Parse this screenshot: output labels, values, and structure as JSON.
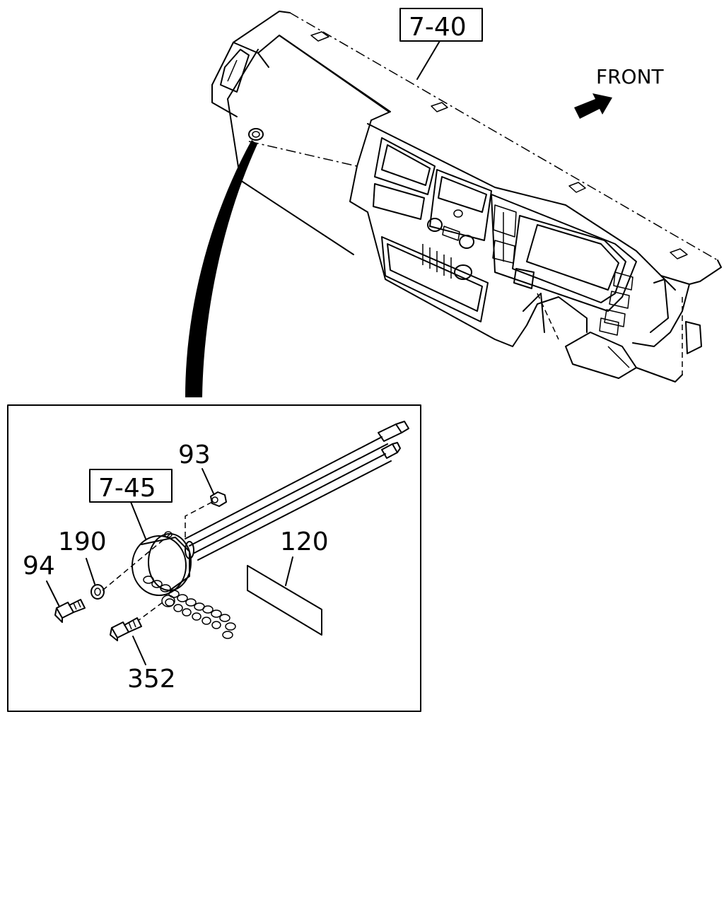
{
  "refs": {
    "dashboard": "7-40",
    "cable_assembly": "7-45"
  },
  "direction": "FRONT",
  "parts": {
    "nut": "93",
    "washer": "190",
    "bolt": "94",
    "label": "120",
    "chain_bolt": "352"
  },
  "colors": {
    "line": "#000000",
    "background": "#ffffff"
  }
}
